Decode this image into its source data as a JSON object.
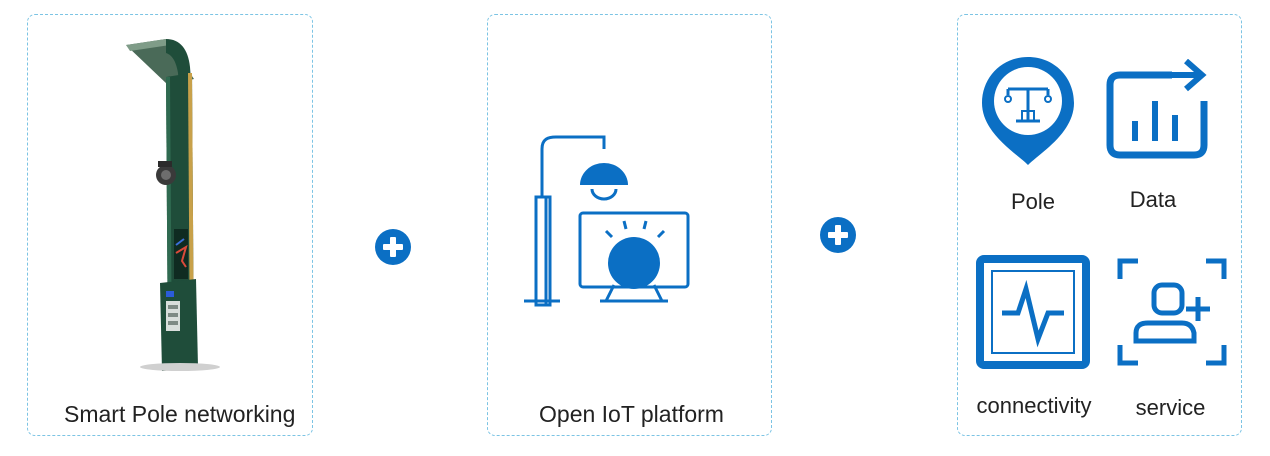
{
  "cards": {
    "pole": {
      "caption": "Smart Pole networking",
      "image_name": "smart-pole-image"
    },
    "iot": {
      "caption": "Open IoT platform",
      "icon_name": "iot-platform-icon"
    },
    "features": {
      "items": [
        {
          "label": "Pole",
          "icon": "pole-pin-icon"
        },
        {
          "label": "Data",
          "icon": "data-chart-icon"
        },
        {
          "label": "connectivity",
          "icon": "pulse-monitor-icon"
        },
        {
          "label": "service",
          "icon": "add-user-icon"
        }
      ]
    }
  },
  "connectors": [
    "plus-icon",
    "plus-icon"
  ],
  "colors": {
    "accent_blue": "#0b6fc4",
    "border_dashed": "#7cc4e4",
    "pole_green": "#1f4d3a",
    "text": "#222222"
  }
}
